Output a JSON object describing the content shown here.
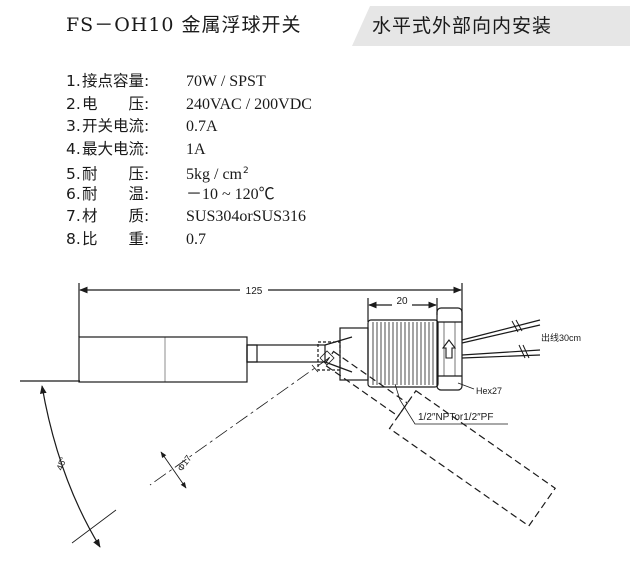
{
  "header": {
    "title": "FS－OH10 金属浮球开关",
    "subtitle": "水平式外部向内安装"
  },
  "specs": [
    {
      "num": "1.",
      "label": "接点容量:",
      "value": "70W / SPST"
    },
    {
      "num": "2.",
      "label": "电　　压:",
      "value": "240VAC / 200VDC"
    },
    {
      "num": "3.",
      "label": "开关电流:",
      "value": "0.7A"
    },
    {
      "num": "4.",
      "label": "最大电流:",
      "value": "1A"
    },
    {
      "num": "5.",
      "label": "耐　　压:",
      "value": "5kg / cm",
      "sup": "2"
    },
    {
      "num": "6.",
      "label": "耐　　温:",
      "value": "－10 ~ 120℃"
    },
    {
      "num": "7.",
      "label": "材　　质:",
      "value": "SUS304orSUS316"
    },
    {
      "num": "8.",
      "label": "比　　重:",
      "value": "0.7"
    }
  ],
  "drawing": {
    "dim_length": "125",
    "dim_thread": "20",
    "lead_label": "出线30cm",
    "hex_label": "Hex27",
    "thread_label": "1/2″NPTor1/2″PF",
    "diameter_label": "Φ17",
    "angle_label": "45°"
  },
  "colors": {
    "line": "#1a1a1a",
    "tab_fill": "#e6e6e6"
  }
}
